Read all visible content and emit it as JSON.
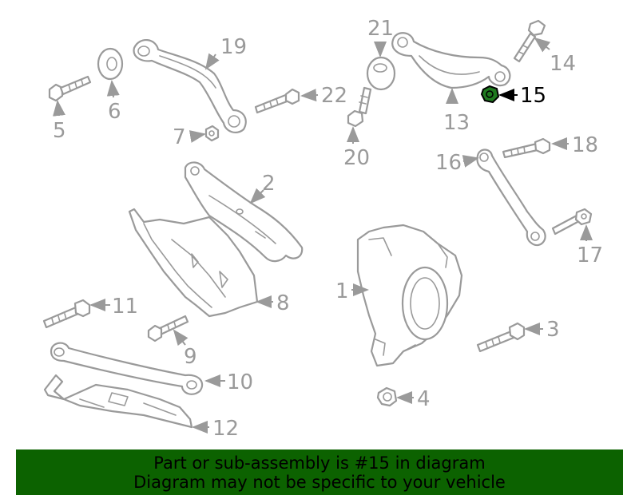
{
  "diagram": {
    "highlighted_part": "15",
    "highlight_color": "#1f7a1f",
    "callouts": [
      "1",
      "2",
      "3",
      "4",
      "5",
      "6",
      "7",
      "8",
      "9",
      "10",
      "11",
      "12",
      "13",
      "14",
      "15",
      "16",
      "17",
      "18",
      "19",
      "20",
      "21",
      "22"
    ]
  },
  "banner": {
    "background_color": "#0c6200",
    "line1": "Part or sub-assembly is #15 in diagram",
    "line2": "Diagram may not be specific to your vehicle"
  }
}
